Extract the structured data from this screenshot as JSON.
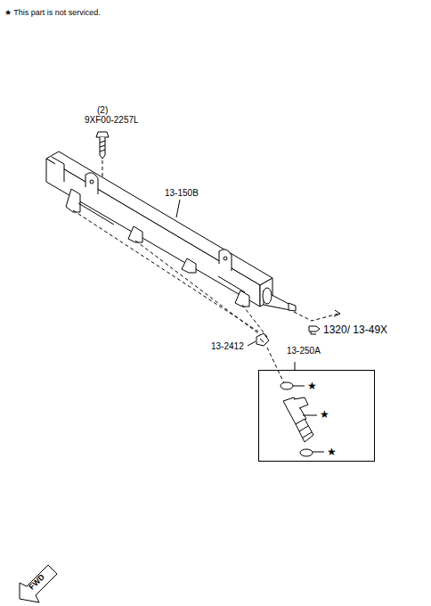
{
  "diagram": {
    "nodes": [
      {
        "text": [
          "13-250A"
        ]
      }
    ],
    "labels": [
      "★ This part is not serviced.",
      "(2)",
      "9XF00-2257L",
      "13-150B",
      "1320/ 13-49X",
      "13-2412",
      "★",
      "★",
      "★",
      "FWD"
    ]
  }
}
